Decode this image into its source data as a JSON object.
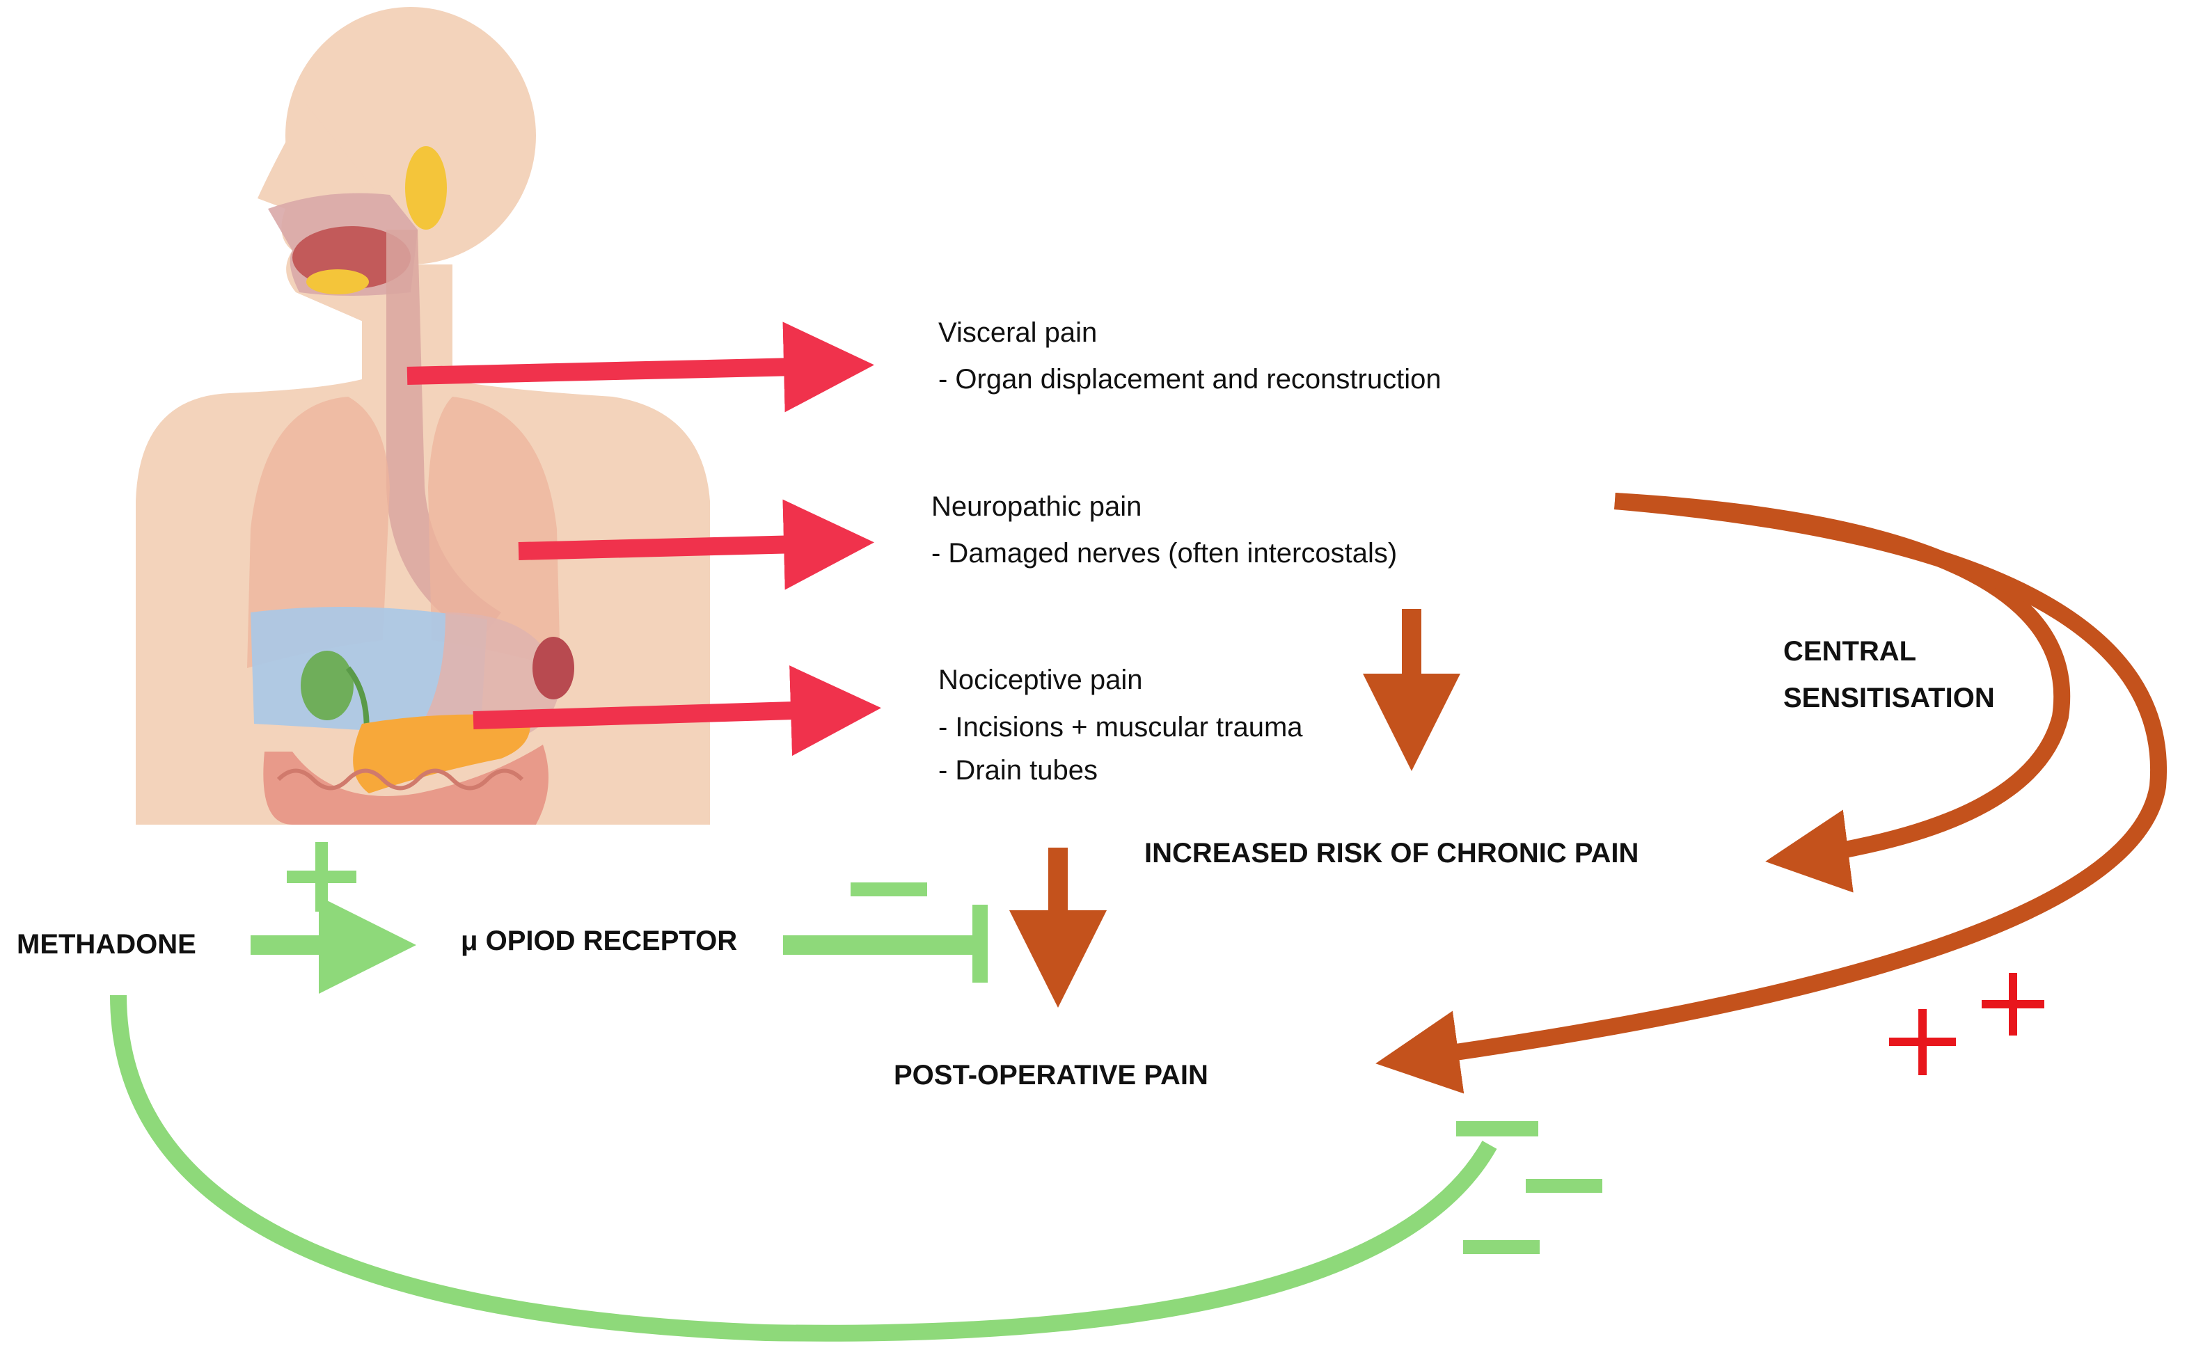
{
  "pain_types": [
    {
      "title": "Visceral pain",
      "items": [
        "- Organ displacement and reconstruction"
      ]
    },
    {
      "title": "Neuropathic pain",
      "items": [
        "- Damaged nerves (often intercostals)"
      ]
    },
    {
      "title": "Nociceptive pain",
      "items": [
        "- Incisions + muscular trauma",
        "- Drain tubes"
      ]
    }
  ],
  "nodes": {
    "chronic": "INCREASED RISK OF CHRONIC PAIN",
    "central_line1": "CENTRAL",
    "central_line2": "SENSITISATION",
    "methadone": "METHADONE",
    "receptor": "μ OPIOD RECEPTOR",
    "postop": "POST-OPERATIVE PAIN"
  },
  "signs": {
    "plus": "+",
    "minus": "−"
  },
  "colors": {
    "pain_arrow": "#f0324c",
    "sensitisation_arrow": "#c4521c",
    "methadone_green": "#8ed97a",
    "red_plus": "#e8161c",
    "skin": "#f3d3bb"
  }
}
